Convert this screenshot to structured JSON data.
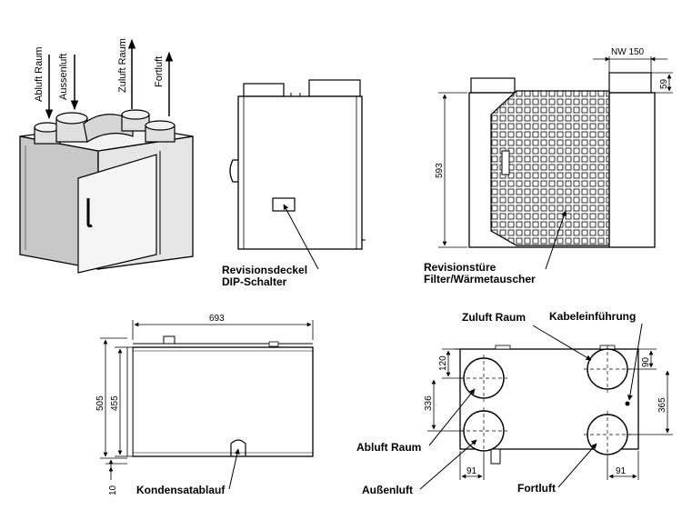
{
  "airflows": {
    "abluft_raum": "Abluft Raum",
    "aussenluft": "Aussenluft",
    "zuluft_raum": "Zuluft Raum",
    "fortluft": "Fortluft"
  },
  "side_view": {
    "callout_line1": "Revisionsdeckel",
    "callout_line2": "DIP-Schalter"
  },
  "front_view": {
    "dim_nw": "NW 150",
    "dim_59": "59",
    "dim_593": "593",
    "callout_line1": "Revisionstüre",
    "callout_line2": "Filter/Wärmetauscher"
  },
  "plan_view": {
    "dim_693": "693",
    "dim_505": "505",
    "dim_455": "455",
    "dim_10": "10",
    "callout": "Kondensatablauf"
  },
  "connection_view": {
    "zuluft_raum": "Zuluft Raum",
    "kabeleinfuehrung": "Kabeleinführung",
    "abluft_raum": "Abluft Raum",
    "aussenluft": "Außenluft",
    "fortluft": "Fortluft",
    "dim_120": "120",
    "dim_336": "336",
    "dim_90": "90",
    "dim_365": "365",
    "dim_91_left": "91",
    "dim_91_right": "91"
  }
}
